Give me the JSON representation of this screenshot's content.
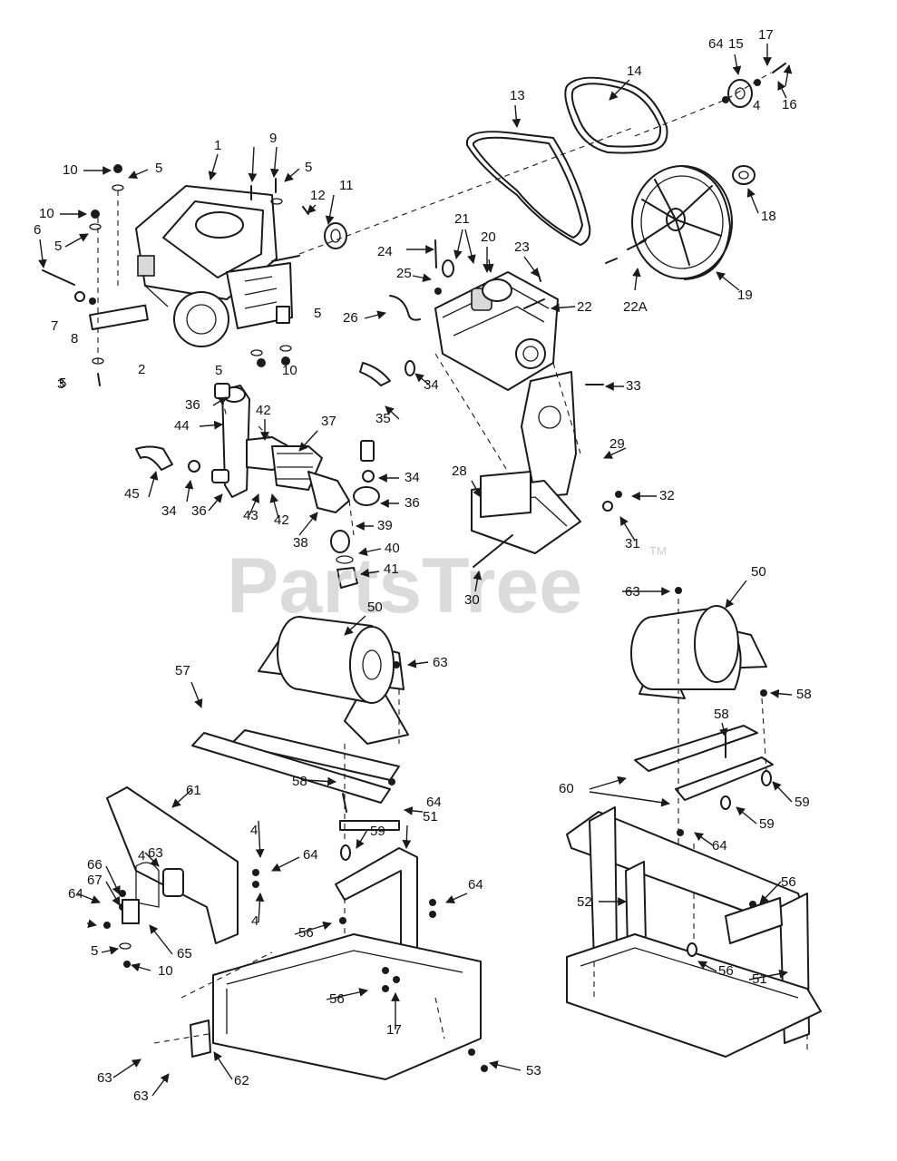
{
  "watermark": {
    "text": "PartsTree",
    "mark": "TM"
  },
  "callouts": [
    "1",
    "2",
    "3",
    "4",
    "5",
    "6",
    "7",
    "8",
    "9",
    "10",
    "11",
    "12",
    "13",
    "14",
    "15",
    "16",
    "17",
    "18",
    "19",
    "20",
    "21",
    "22",
    "22A",
    "23",
    "24",
    "25",
    "26",
    "28",
    "29",
    "30",
    "31",
    "32",
    "33",
    "34",
    "35",
    "36",
    "37",
    "38",
    "39",
    "40",
    "41",
    "42",
    "43",
    "44",
    "45",
    "50",
    "51",
    "52",
    "53",
    "56",
    "57",
    "58",
    "59",
    "60",
    "61",
    "62",
    "63",
    "64",
    "65",
    "66",
    "67"
  ],
  "groups": {
    "engine": "engine-assembly",
    "pump": "pump-assembly",
    "belt_drive": "belt-and-pulley",
    "unloader": "unloader-manifold",
    "bracket": "pump-mount-bracket",
    "reel_left": "hose-reel-left",
    "reel_right": "hose-reel-right",
    "frame_left": "frame-left",
    "frame_right": "frame-right"
  }
}
